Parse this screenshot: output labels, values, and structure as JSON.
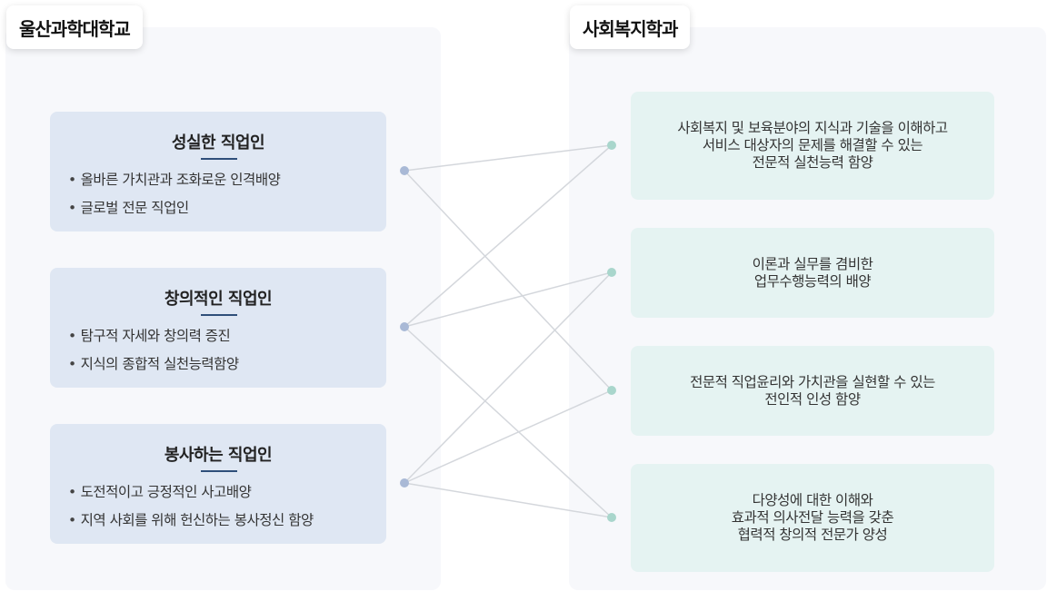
{
  "university": {
    "name": "울산과학대학교"
  },
  "department": {
    "name": "사회복지학과"
  },
  "talents": [
    {
      "title": "성실한 직업인",
      "items": [
        "올바른 가치관과 조화로운 인격배양",
        "글로벌 전문 직업인"
      ]
    },
    {
      "title": "창의적인 직업인",
      "items": [
        "탐구적 자세와 창의력 증진",
        "지식의 종합적 실천능력함양"
      ]
    },
    {
      "title": "봉사하는 직업인",
      "items": [
        "도전적이고 긍정적인 사고배양",
        "지역 사회를 위해 헌신하는 봉사정신 함양"
      ]
    }
  ],
  "goals": [
    {
      "lines": [
        "사회복지 및 보육분야의 지식과 기술을 이해하고",
        "서비스 대상자의 문제를 해결할 수 있는",
        "전문적 실천능력 함양"
      ]
    },
    {
      "lines": [
        "이론과 실무를 겸비한",
        "업무수행능력의 배양"
      ]
    },
    {
      "lines": [
        "전문적 직업윤리와 가치관을 실현할 수 있는",
        "전인적 인성 함양"
      ]
    },
    {
      "lines": [
        "다양성에 대한 이해와",
        "효과적 의사전달 능력을 갖춘",
        "협력적 창의적 전문가 양성"
      ]
    }
  ],
  "connections": [
    {
      "from": 0,
      "to": 0
    },
    {
      "from": 0,
      "to": 2
    },
    {
      "from": 1,
      "to": 1
    },
    {
      "from": 1,
      "to": 3
    },
    {
      "from": 1,
      "to": 0
    },
    {
      "from": 2,
      "to": 1
    },
    {
      "from": 2,
      "to": 2
    },
    {
      "from": 2,
      "to": 3
    }
  ],
  "colors": {
    "left_card": "#dfe7f3",
    "right_card": "#e5f3f2",
    "left_dot": "#a9b9d6",
    "right_dot": "#a9d6cc",
    "line": "#d4d7dc",
    "underline": "#2f4f7a"
  }
}
